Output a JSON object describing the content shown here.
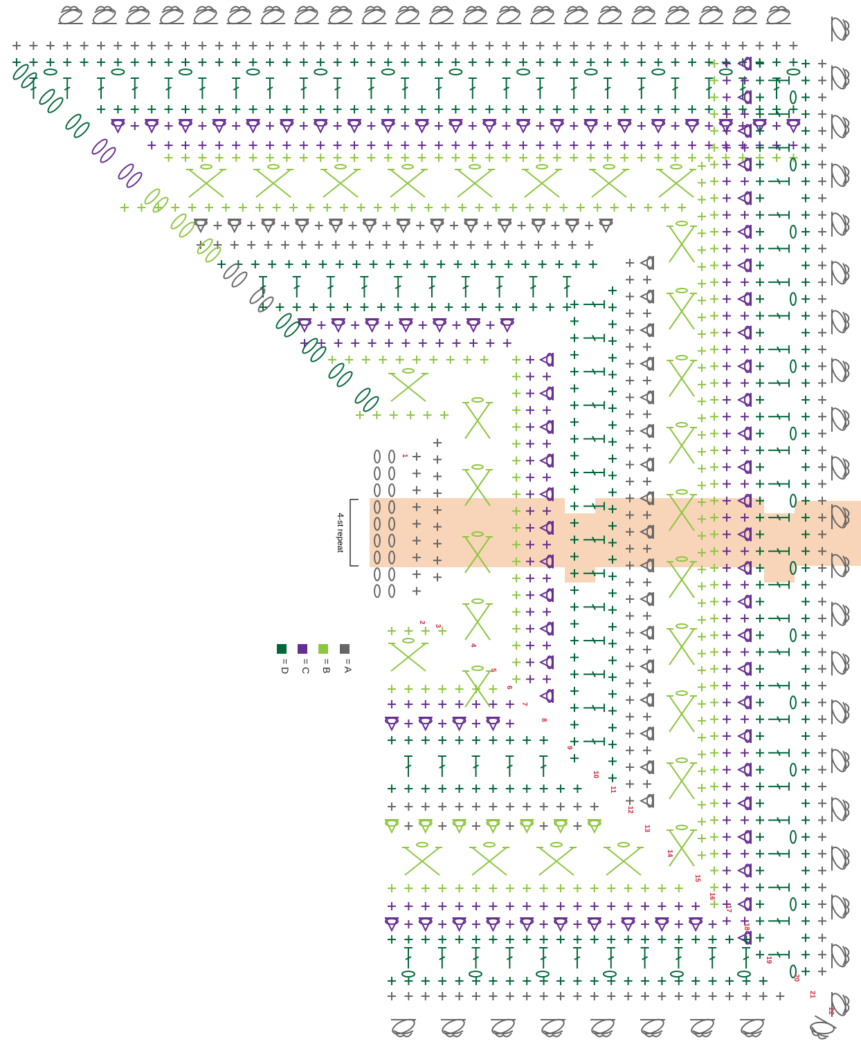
{
  "colors": {
    "A": "#666666",
    "B": "#8dc63f",
    "C": "#662d91",
    "D": "#006838",
    "highlight": "#f8d5b8",
    "row_number": "#d7263d"
  },
  "legend": [
    {
      "key": "A",
      "label": "= A"
    },
    {
      "key": "B",
      "label": "= B"
    },
    {
      "key": "C",
      "label": "= C"
    },
    {
      "key": "D",
      "label": "= D"
    }
  ],
  "repeat_label": "4-st repeat",
  "row_numbers": [
    "1",
    "2",
    "3",
    "4",
    "5",
    "6",
    "7",
    "8",
    "9",
    "10",
    "11",
    "12",
    "13",
    "14",
    "15",
    "16",
    "17",
    "18",
    "19",
    "20",
    "21",
    "22"
  ],
  "stitch_symbols": [
    "single-crochet",
    "half-double-crochet",
    "double-crochet",
    "chain",
    "picot",
    "treble-cross",
    "cluster"
  ]
}
